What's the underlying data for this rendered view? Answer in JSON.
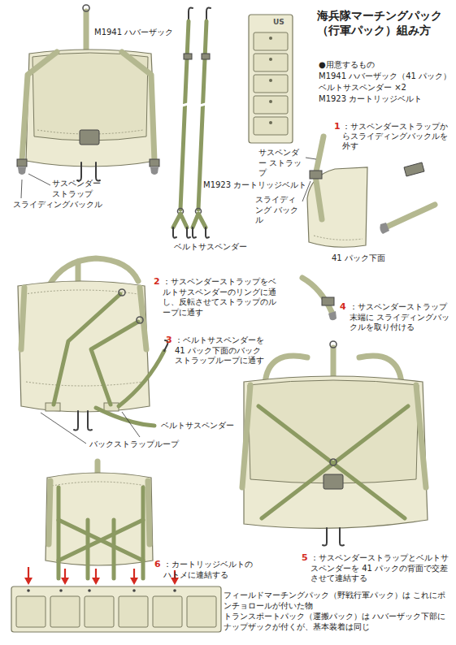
{
  "diagram": {
    "title": "海兵隊マーチングパック（行軍パック）組み方",
    "labels": [
      "M1941 ハバーザック",
      "●用意するもの",
      "M1941 ハバーザック（41 パック）",
      "ベルトサスペンダー ×2",
      "M1923 カートリッジベルト",
      "サスペンダー ストラップ",
      "スライディングバックル",
      "ベルトサスペンダー",
      "M1923 カートリッジベルト",
      "US",
      "1",
      "：サスペンダーストラップからスライディングバックルを外す",
      "サスペンダー ストラップ",
      "スライディング バックル",
      "41 パック下面",
      "2",
      "：サスペンダーストラップをベルトサスペンダーのリングに通し、反転させてストラップのループに通す",
      "3",
      "：ベルトサスペンダーを41 パック下面のバックストラップループに通す",
      "ベルトサスペンダー",
      "バックストラップループ",
      "4",
      "：サスペンダーストラップ末端に スライディングバックルを取り付ける",
      "5",
      "：サスペンダーストラップとベルトサスペンダーを 41 パックの背面で交差させて連結する",
      "6",
      "：カートリッジベルトのハトメに連結する",
      "フィールドマーチングパック（野戦行軍パック）は これにポンチョロールが付いた物",
      "トランスポートパック（運搬パック）は ハバーザック下部にナップザックが付くが、基本装着は同じ"
    ]
  }
}
